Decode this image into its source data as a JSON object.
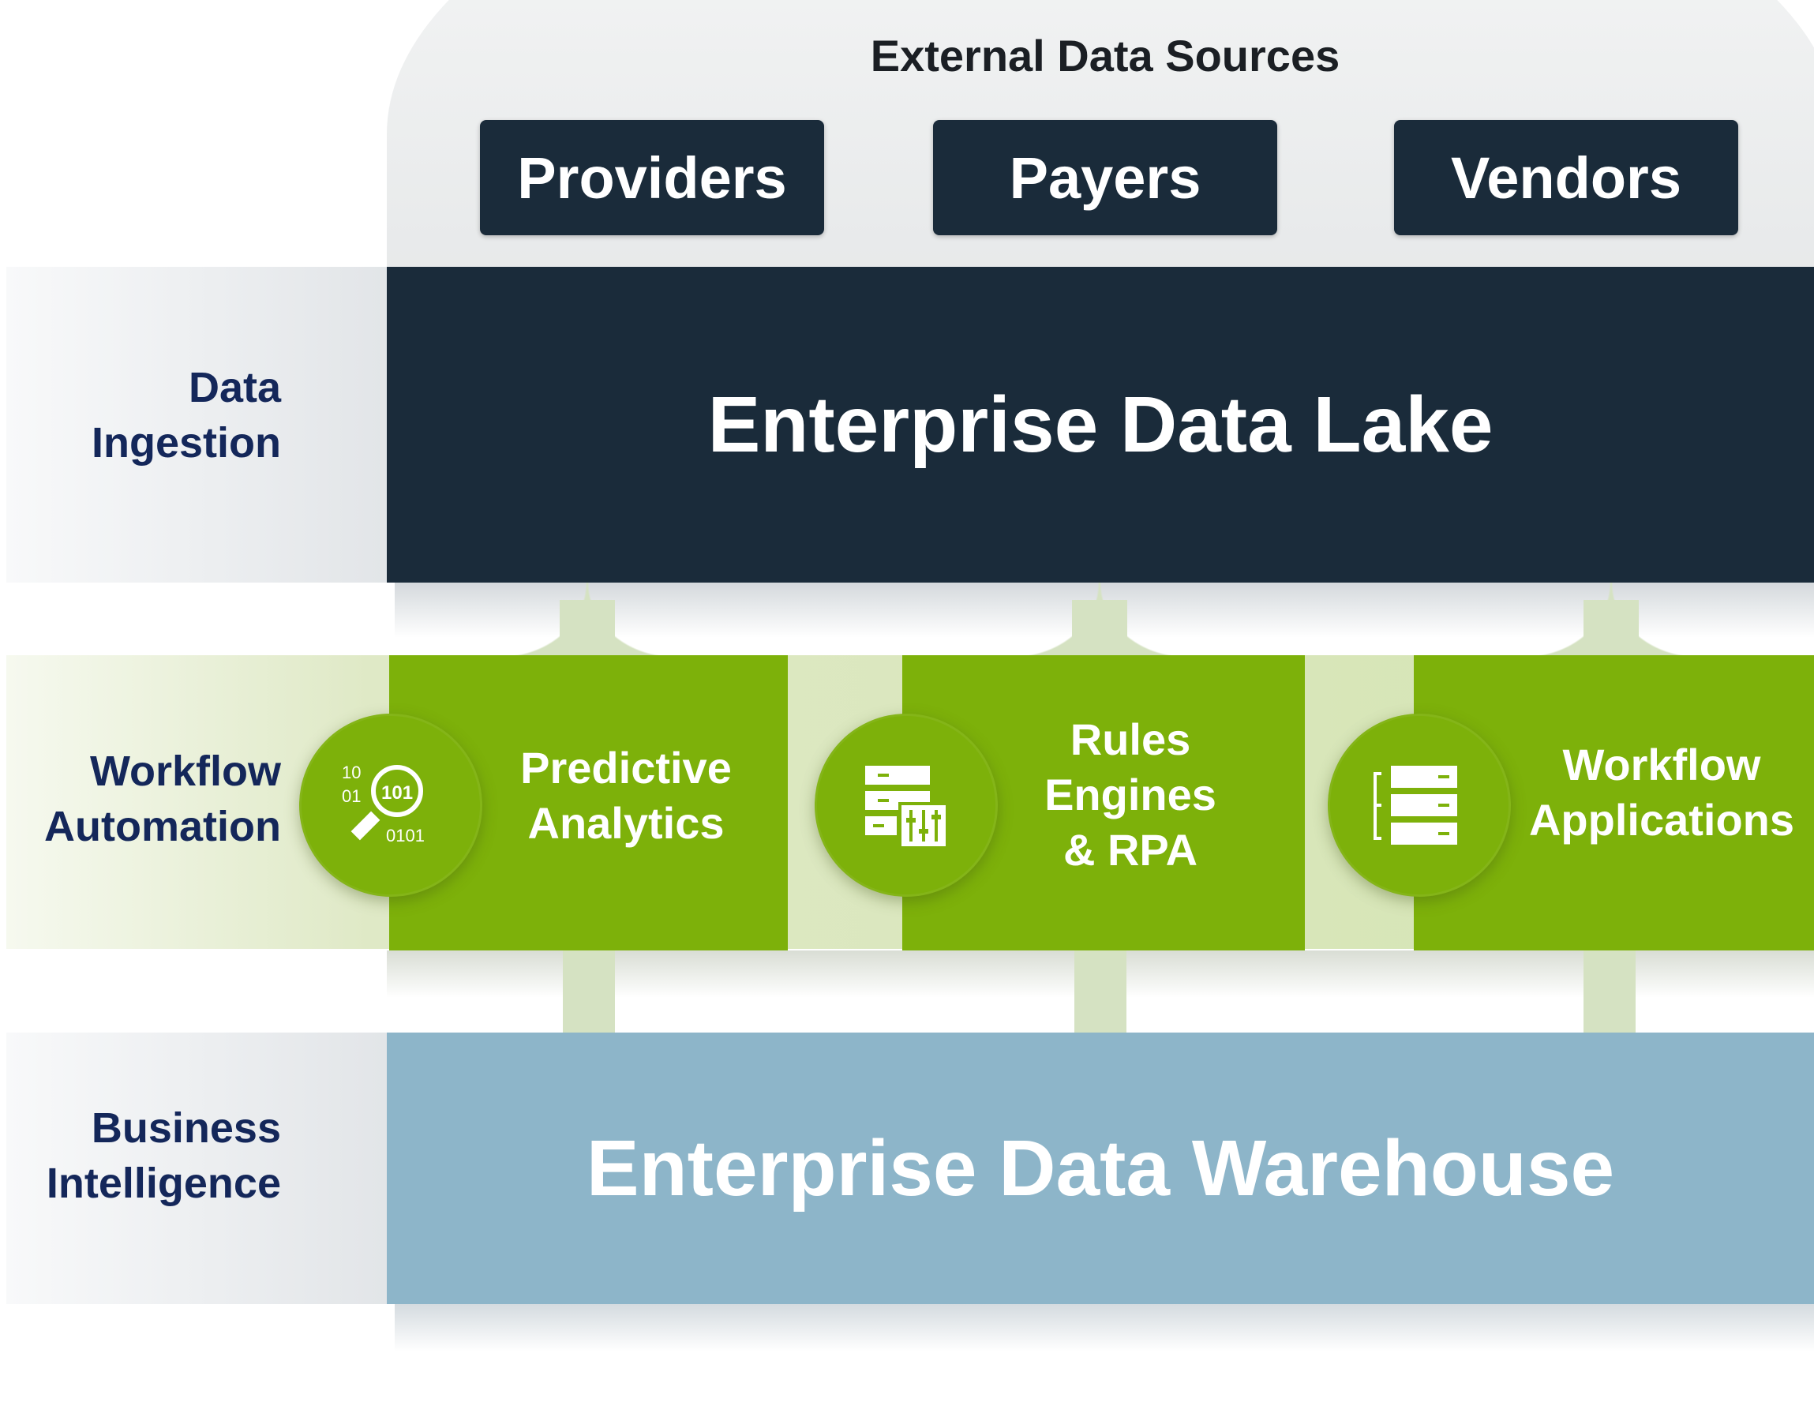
{
  "external_sources": {
    "title": "External Data Sources",
    "items": [
      {
        "label": "Providers"
      },
      {
        "label": "Payers"
      },
      {
        "label": "Vendors"
      }
    ]
  },
  "rows": {
    "data_ingestion": {
      "line1": "Data",
      "line2": "Ingestion"
    },
    "workflow_automation": {
      "line1": "Workflow",
      "line2": "Automation"
    },
    "business_intelligence": {
      "line1": "Business",
      "line2": "Intelligence"
    }
  },
  "data_lake": {
    "label": "Enterprise Data Lake"
  },
  "workflow_components": [
    {
      "icon": "binary-magnifier-icon",
      "line1": "Predictive",
      "line2": "Analytics",
      "line3": ""
    },
    {
      "icon": "server-sliders-icon",
      "line1": "Rules",
      "line2": "Engines",
      "line3": "& RPA"
    },
    {
      "icon": "server-stack-icon",
      "line1": "Workflow",
      "line2": "Applications",
      "line3": ""
    }
  ],
  "icon_text": {
    "a": "10",
    "b": "01",
    "c": "101",
    "d": "0101"
  },
  "data_warehouse": {
    "label": "Enterprise Data Warehouse"
  },
  "colors": {
    "navy": "#1a2b3a",
    "green": "#7db10a",
    "light_blue": "#8db5c9",
    "label_blue": "#14275a"
  }
}
